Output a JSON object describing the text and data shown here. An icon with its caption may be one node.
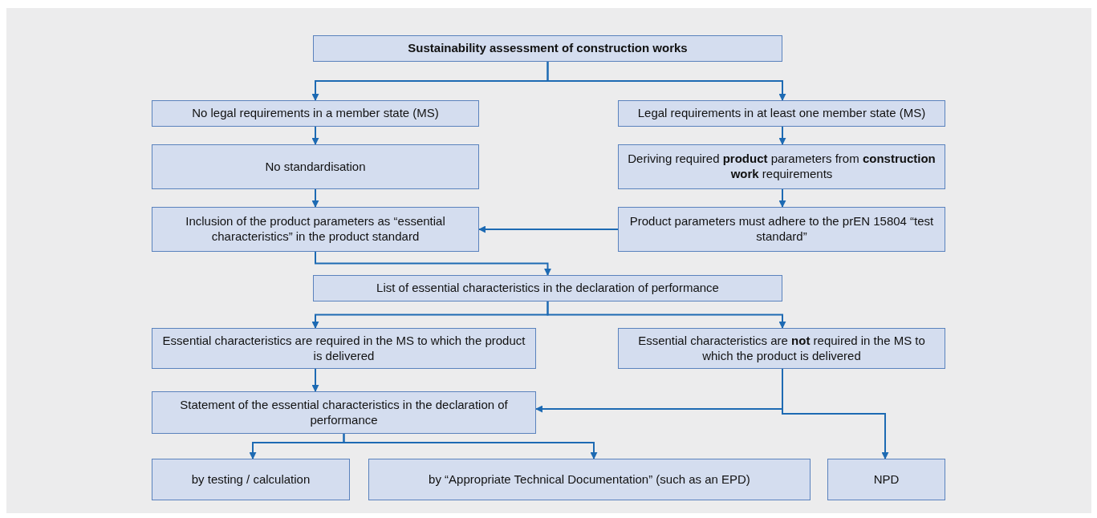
{
  "diagram": {
    "nodes": [
      {
        "text": [
          "Sustainability assessment of construction works"
        ]
      },
      {
        "text": [
          "No legal requirements in a member state (MS)"
        ]
      },
      {
        "text": [
          "Legal requirements in at least one member state (MS)"
        ]
      },
      {
        "text": [
          "No standardisation"
        ]
      },
      {
        "text": [
          "Deriving required **product** parameters from **construction work** requirements"
        ]
      },
      {
        "text": [
          "Inclusion of the product parameters as “essential characteristics” in the product standard"
        ]
      },
      {
        "text": [
          "Product parameters must adhere to the prEN 15804 “test standard”"
        ]
      },
      {
        "text": [
          "List of essential characteristics in the declaration of performance"
        ]
      },
      {
        "text": [
          "Essential characteristics are required in the MS to which the product is delivered"
        ]
      },
      {
        "text": [
          "Essential characteristics are **not** required in the MS to which the product is delivered"
        ]
      },
      {
        "text": [
          "Statement of the essential characteristics in the declaration of performance"
        ]
      },
      {
        "text": [
          "by testing / calculation"
        ]
      },
      {
        "text": [
          "by “Appropriate Technical Documentation” (such as an EPD)"
        ]
      },
      {
        "text": [
          "NPD"
        ]
      }
    ],
    "edges": [
      {
        "from": 0,
        "to": 1,
        "arrow": "to"
      },
      {
        "from": 0,
        "to": 2,
        "arrow": "to"
      },
      {
        "from": 1,
        "to": 3,
        "arrow": "to"
      },
      {
        "from": 2,
        "to": 4,
        "arrow": "to"
      },
      {
        "from": 3,
        "to": 5,
        "arrow": "to"
      },
      {
        "from": 4,
        "to": 6,
        "arrow": "to"
      },
      {
        "from": 6,
        "to": 5,
        "arrow": "to"
      },
      {
        "from": 5,
        "to": 7,
        "arrow": "to"
      },
      {
        "from": 7,
        "to": 8,
        "arrow": "to"
      },
      {
        "from": 7,
        "to": 9,
        "arrow": "to"
      },
      {
        "from": 8,
        "to": 10,
        "arrow": "to"
      },
      {
        "from": 9,
        "to": 10,
        "arrow": "to"
      },
      {
        "from": 9,
        "to": 13,
        "arrow": "to"
      },
      {
        "from": 10,
        "to": 11,
        "arrow": "to"
      },
      {
        "from": 10,
        "to": 12,
        "arrow": "to"
      }
    ]
  }
}
